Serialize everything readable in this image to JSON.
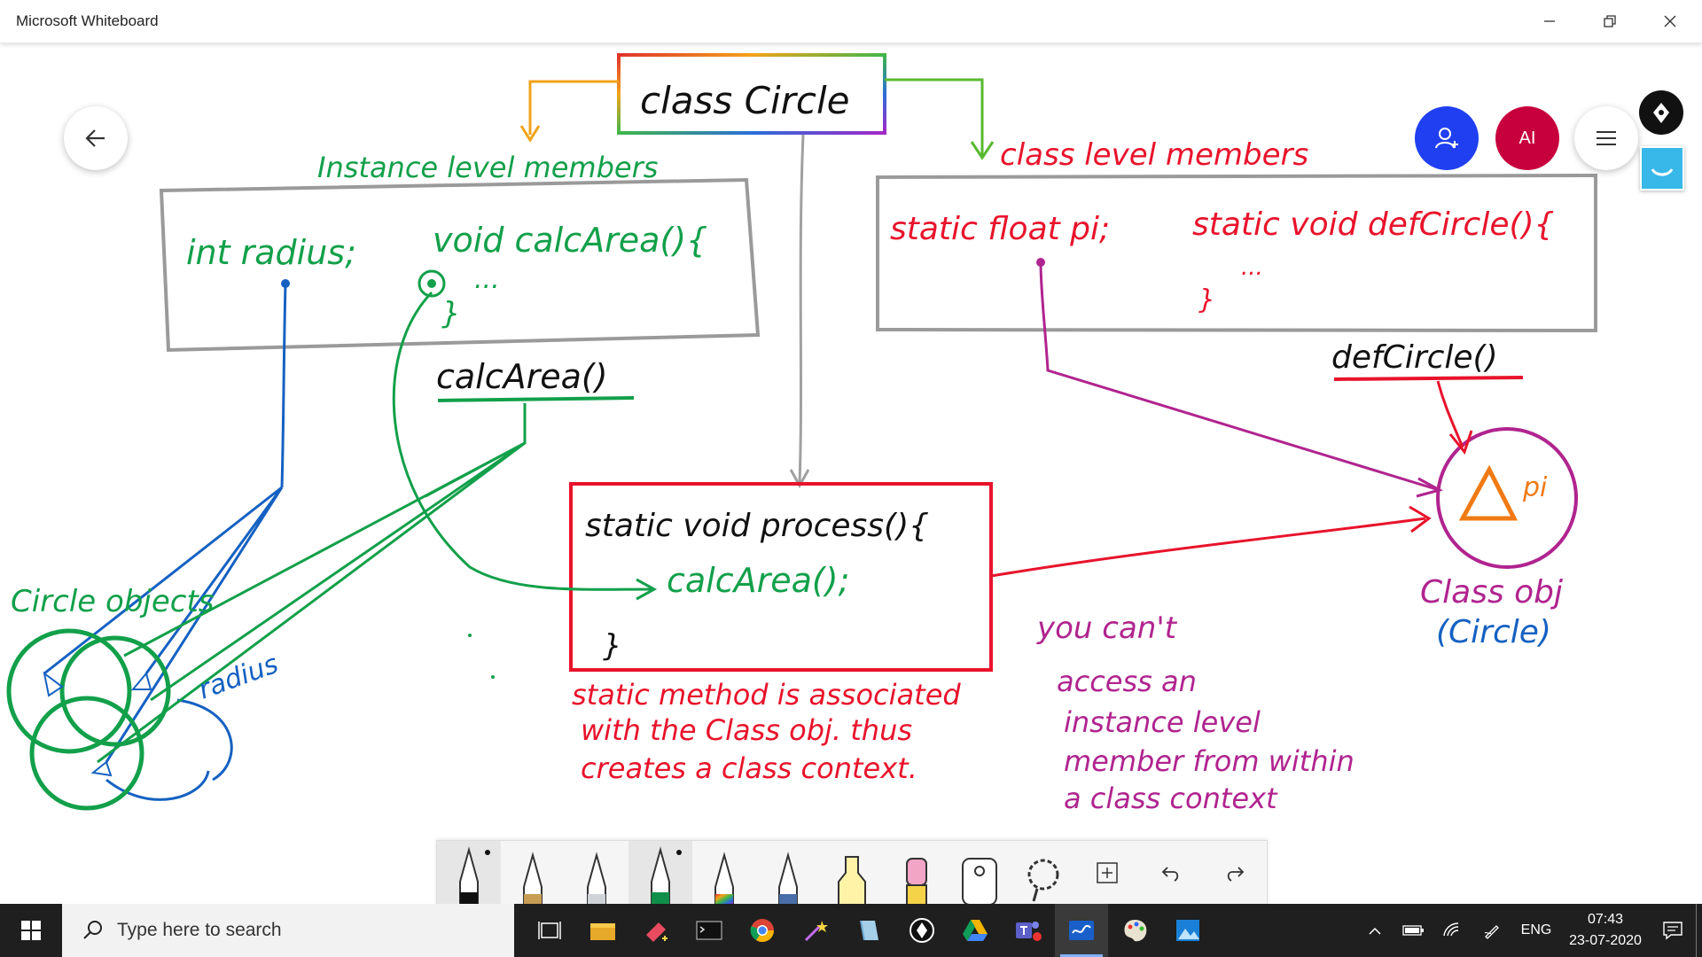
{
  "window": {
    "title": "Microsoft Whiteboard",
    "minimize_icon": "minimize-icon",
    "restore_icon": "restore-icon",
    "close_icon": "close-icon"
  },
  "top_right": {
    "avatar_initials": "AI",
    "share_icon": "add-person-icon",
    "menu_icon": "hamburger-icon",
    "colors": {
      "share": "#1f3ff0",
      "avatar": "#c7003d",
      "face": "#37b8e8"
    }
  },
  "board": {
    "center_box": {
      "title": "class Circle"
    },
    "instance": {
      "heading": "Instance level members",
      "field": "int radius;",
      "method": "void calcArea(){",
      "ellipsis": "...",
      "brace": "}",
      "label": "calcArea()"
    },
    "class_level": {
      "heading": "class level members",
      "field": "static float pi;",
      "method": "static void defCircle(){",
      "ellipsis": "...",
      "brace": "}",
      "label": "defCircle()"
    },
    "process_box": {
      "line1": "static void process(){",
      "line2": "calcArea();",
      "brace": "}"
    },
    "static_note": [
      "static method is associated",
      "with the Class obj. thus",
      "creates a class context."
    ],
    "cant_note": [
      "you can't",
      "access an",
      "instance level",
      "member from within",
      "a class context"
    ],
    "circle_objects_label": "Circle objects",
    "radius_label": "radius",
    "class_obj": {
      "label_line1": "Class obj",
      "label_line2": "(Circle)",
      "pi_label": "pi"
    },
    "colors": {
      "green": "#12a04a",
      "red": "#e8132b",
      "purple": "#b0248f",
      "blue": "#1561c2",
      "grey": "#9a9a9a",
      "orange": "#f07a14"
    }
  },
  "toolbar": {
    "tools": [
      "pen-black",
      "pen-gold",
      "pen-silver",
      "pen-green",
      "pen-rainbow",
      "pen-galaxy",
      "highlighter",
      "eraser",
      "ruler",
      "lasso"
    ],
    "add_icon": "plus-icon",
    "undo_icon": "undo-icon",
    "redo_icon": "redo-icon"
  },
  "taskbar": {
    "search_placeholder": "Type here to search",
    "language": "ENG",
    "time": "07:43",
    "date": "23-07-2020"
  }
}
